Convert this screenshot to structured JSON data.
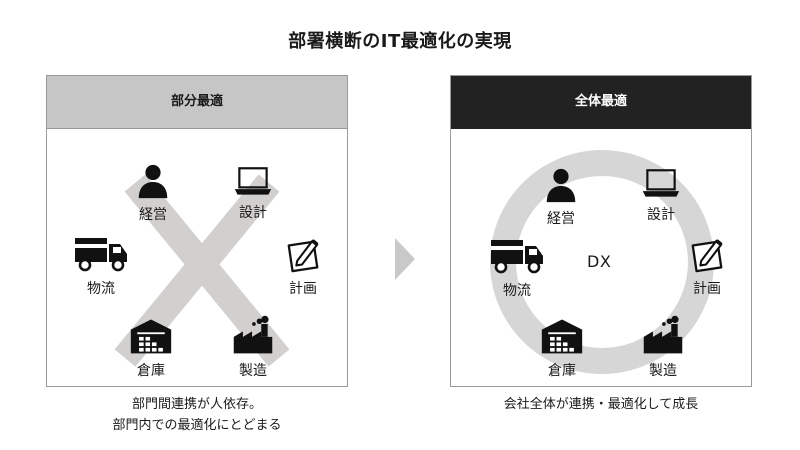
{
  "title": "部署横断のIT最適化の実現",
  "left_panel": {
    "header": "部分最適",
    "nodes": {
      "management": "経営",
      "design": "設計",
      "logistics": "物流",
      "planning": "計画",
      "warehouse": "倉庫",
      "manufacturing": "製造"
    },
    "caption_line1": "部門間連携が人依存。",
    "caption_line2": "部門内での最適化にとどまる"
  },
  "right_panel": {
    "header": "全体最適",
    "center_label": "DX",
    "nodes": {
      "management": "経営",
      "design": "設計",
      "logistics": "物流",
      "planning": "計画",
      "warehouse": "倉庫",
      "manufacturing": "製造"
    },
    "caption": "会社全体が連携・最適化して成長"
  },
  "colors": {
    "cross": "#d2d0cf",
    "ring": "#d6d6d6",
    "header_left": "#c6c6c6",
    "header_right": "#222222",
    "arrow": "#c9c9c9"
  }
}
